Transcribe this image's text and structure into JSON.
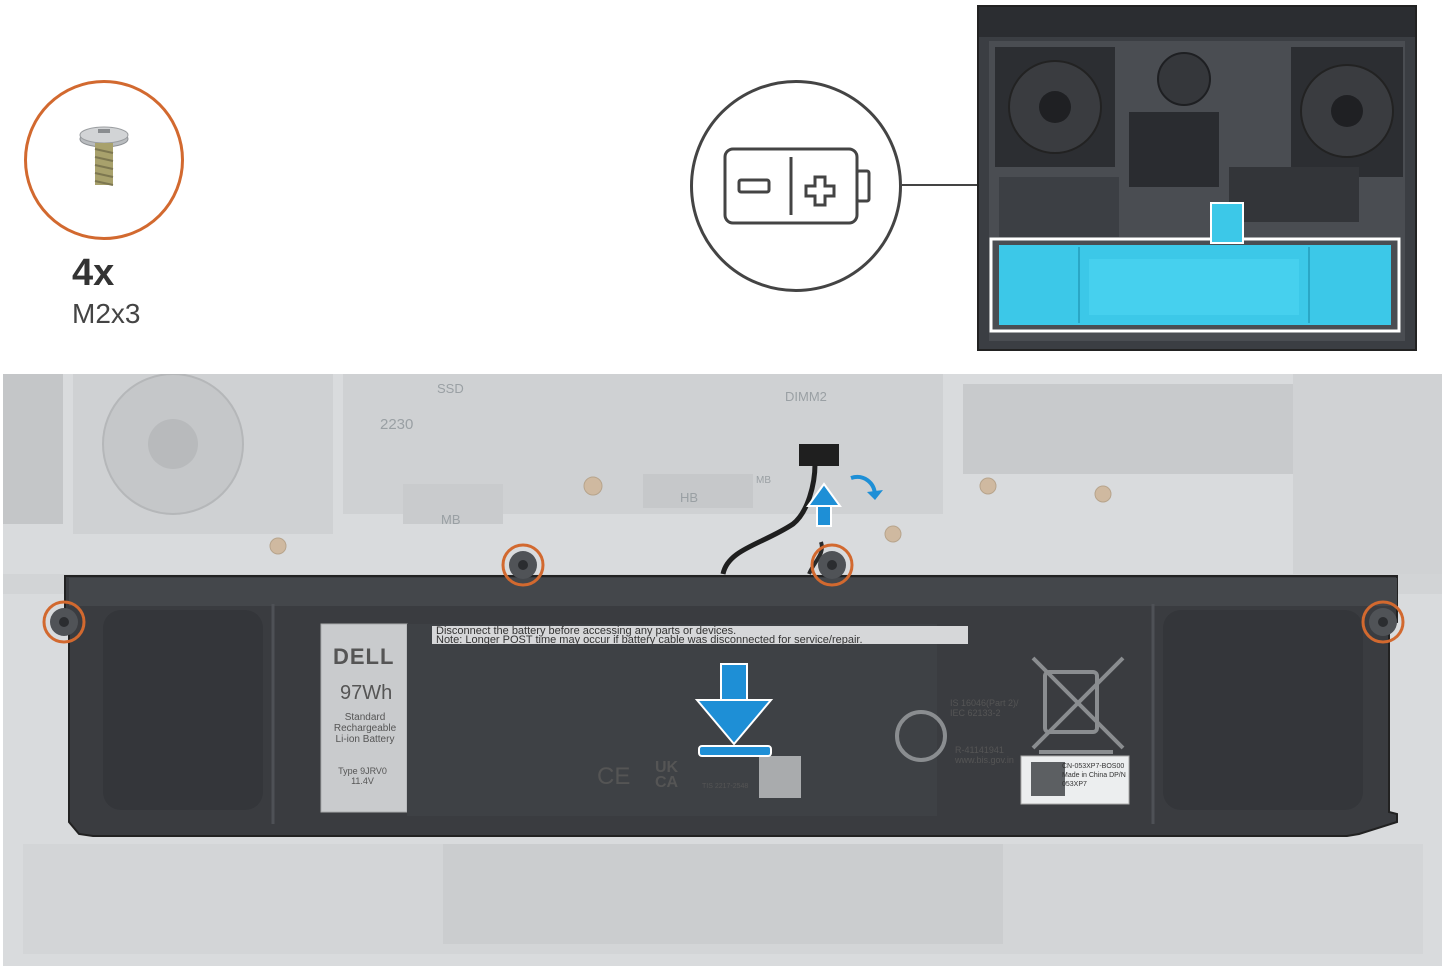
{
  "screw_callout": {
    "count": "4x",
    "size": "M2x3"
  },
  "battery_label": {
    "warning_line1": "Disconnect the battery before accessing any parts or devices.",
    "warning_line2": "Note: Longer POST time may occur if battery cable was disconnected for service/repair.",
    "brand": "DELL",
    "capacity": "97Wh",
    "type_text": "Standard Rechargeable Li-ion Battery",
    "model_text": "Type 9JRV0 11.4V",
    "ce": "CE",
    "ukca": "UK CA",
    "made_in": "CN-053XP7-BOS00 Made in China DP/N 053XP7",
    "is_text": "IS 16046(Part 2)/ IEC 62133-2",
    "r_number": "R-41141941 www.bis.gov.in",
    "tis_text": "TIS 2217-2548"
  },
  "board_labels": {
    "ssd": "SSD",
    "slot": "2230",
    "dimm": "DIMM2",
    "mb1": "MB",
    "mb2": "MB",
    "hb": "HB"
  },
  "colors": {
    "screw_highlight": "#d2692f",
    "arrow": "#1e8fd6",
    "battery_highlight": "#3cc8e8"
  }
}
